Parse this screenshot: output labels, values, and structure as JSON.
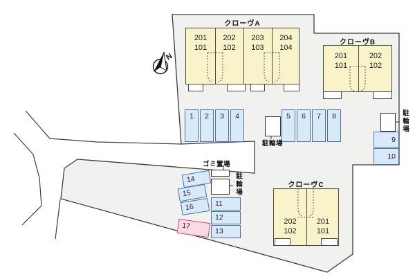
{
  "compass": {
    "north_label": "N"
  },
  "buildings": [
    {
      "name": "クローヴA",
      "units": [
        "201\n101",
        "202\n102",
        "203\n103",
        "204\n104"
      ]
    },
    {
      "name": "クローヴB",
      "units": [
        "201\n101",
        "202\n102"
      ]
    },
    {
      "name": "クローヴC",
      "units": [
        "202\n102",
        "201\n101"
      ]
    }
  ],
  "parking": {
    "group_a": [
      "1",
      "2",
      "3",
      "4"
    ],
    "group_b": [
      "5",
      "6",
      "7",
      "8"
    ],
    "group_right": [
      "9",
      "10"
    ],
    "group_stack": [
      "11",
      "12",
      "13"
    ],
    "group_tilted": [
      "14",
      "15",
      "16",
      "17"
    ]
  },
  "facilities": {
    "bike_parking_label": "駐輪場",
    "garbage_label": "ゴミ置場"
  },
  "colors": {
    "site_fill": "#f1f1ef",
    "outline": "#3c3c3c",
    "building_fill": "#f8f3c8",
    "building_border": "#4a4a42",
    "parking_fill": "#d8e9f8",
    "parking_border": "#4c6fae",
    "highlight_fill": "#fadbe3",
    "highlight_border": "#cf4a68"
  }
}
